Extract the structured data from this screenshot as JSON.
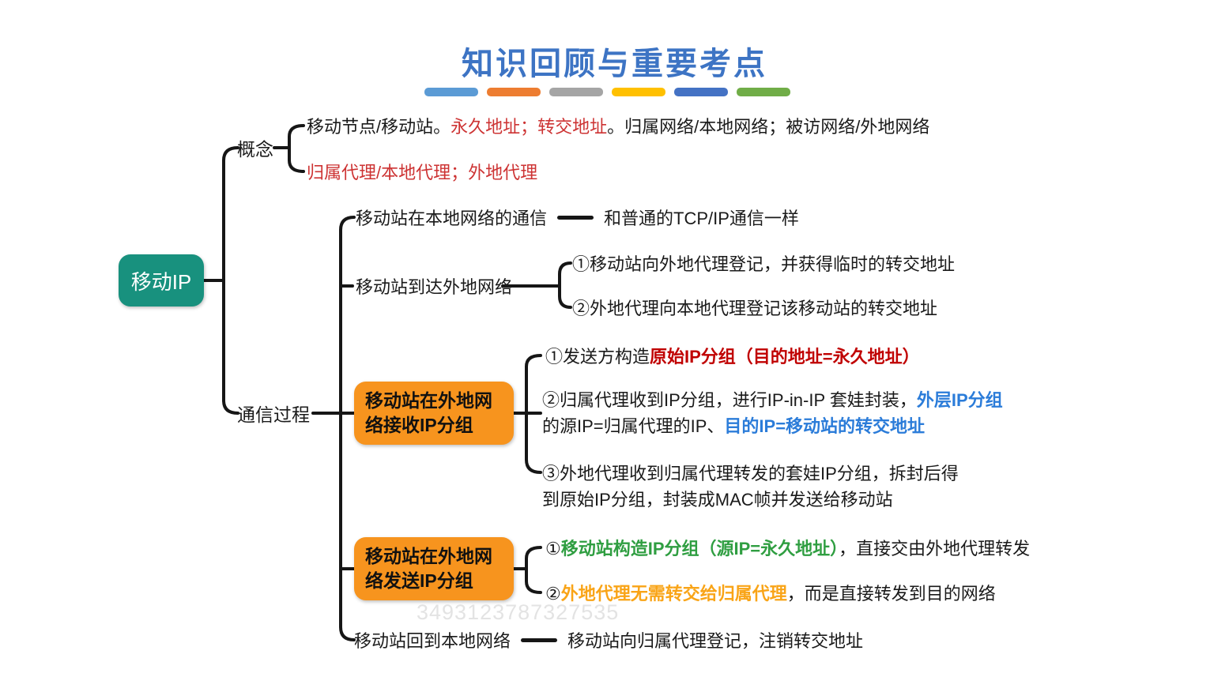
{
  "title": "知识回顾与重要考点",
  "watermark": "3493123787327535",
  "colors": {
    "title_blue": "#3d74c4",
    "root_teal": "#18917e",
    "node_orange": "#f7941e",
    "text_black": "#1a1a1a",
    "text_red": "#cd3333",
    "text_red_bold": "#c00000",
    "text_blue_bold": "#2b7cd9",
    "text_green_bold": "#2f9e41",
    "text_orange_bold": "#f9a417",
    "line_black": "#161616",
    "decor_bars": [
      "#5B9BD5",
      "#ED7D31",
      "#A5A5A5",
      "#FFC000",
      "#4472C4",
      "#70AD47"
    ]
  },
  "root": {
    "label": "移动IP"
  },
  "concept": {
    "label": "概念",
    "item1": {
      "part1": "移动节点/移动站。",
      "part2": "永久地址；转交地址",
      "part3": "。归属网络/本地网络；被访网络/外地网络"
    },
    "item2": "归属代理/本地代理；外地代理"
  },
  "process": {
    "label": "通信过程",
    "local": {
      "label": "移动站在本地网络的通信",
      "note": "和普通的TCP/IP通信一样"
    },
    "arrive": {
      "label": "移动站到达外地网络",
      "step1": "①移动站向外地代理登记，并获得临时的转交地址",
      "step2": "②外地代理向本地代理登记该移动站的转交地址"
    },
    "receive": {
      "label": "移动站在外地网络接收IP分组",
      "step1": {
        "part1": "①发送方构造",
        "part2": "原始IP分组（目的地址=永久地址）"
      },
      "step2": {
        "line1_part1": "②归属代理收到IP分组，进行IP-in-IP 套娃封装，",
        "line1_part2": "外层IP分组",
        "line2_part1": "的源IP=归属代理的IP、",
        "line2_part2": "目的IP=移动站的转交地址"
      },
      "step3": {
        "line1": "③外地代理收到归属代理转发的套娃IP分组，拆封后得",
        "line2": "到原始IP分组，封装成MAC帧并发送给移动站"
      }
    },
    "send": {
      "label": "移动站在外地网络发送IP分组",
      "step1": {
        "part1": "①",
        "part2": "移动站构造IP分组（源IP=永久地址）",
        "part3": "，直接交由外地代理转发"
      },
      "step2": {
        "part1": "②",
        "part2": "外地代理无需转交给归属代理",
        "part3": "，而是直接转发到目的网络"
      }
    },
    "back": {
      "label": "移动站回到本地网络",
      "note": "移动站向归属代理登记，注销转交地址"
    }
  }
}
